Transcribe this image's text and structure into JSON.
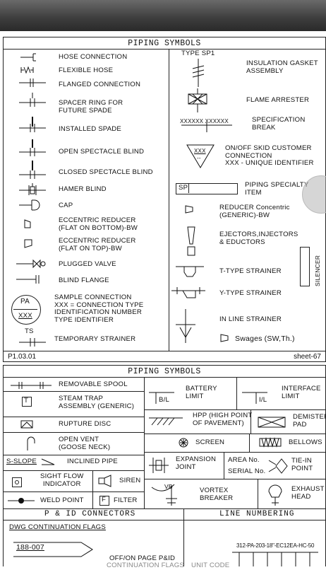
{
  "sheet1": {
    "title": "PIPING SYMBOLS",
    "left": [
      "HOSE CONNECTION",
      "FLEXIBLE HOSE",
      "FLANGED CONNECTION",
      "SPACER RING FOR\nFUTURE SPADE",
      "INSTALLED SPADE",
      "OPEN SPECTACLE BLIND",
      "CLOSED SPECTACLE BLIND",
      "HAMER BLIND",
      "CAP",
      "ECCENTRIC REDUCER\n(FLAT ON BOTTOM)-BW",
      "ECCENTRIC REDUCER\n(FLAT ON TOP)-BW",
      "PLUGGED VALVE",
      "BLIND FLANGE",
      "SAMPLE CONNECTION\nXXX = CONNECTION TYPE\nIDENTIFICATION NUMBER\nTYPE IDENTIFIER",
      "TEMPORARY STRAINER"
    ],
    "pa_label": "PA",
    "xxx_label": "XXX",
    "ts_label": "TS",
    "type_sp1": "TYPE SP1",
    "right": [
      "INSULATION GASKET\nASSEMBLY",
      "FLAME ARRESTER",
      "SPECIFICATION\nBREAK",
      "ON/OFF SKID CUSTOMER\nCONNECTION\nXXX - UNIQUE IDENTIFIER",
      "PIPING SPECIALTY\nITEM",
      "REDUCER Concentric\n(GENERIC)-BW",
      "EJECTORS,INJECTORS\n& EDUCTORS",
      "T-TYPE STRAINER",
      "Y-TYPE STRAINER",
      "IN LINE STRAINER",
      "Swages (SW,Th.)"
    ],
    "spec_break_xs": "XXXXXX XXXXXX",
    "skid_xxx": "XXX",
    "skid_dashes": "--",
    "sp_label": "SP",
    "silencer": "SILENCER",
    "footer_left": "P1.03.01",
    "footer_right": "sheet-67"
  },
  "sheet2": {
    "title": "PIPING SYMBOLS",
    "items": {
      "removable_spool": "REMOVABLE SPOOL",
      "steam_trap": "STEAM TRAP\nASSEMBLY (GENERIC)",
      "steam_trap_letter": "T",
      "rupture_disc": "RUPTURE DISC",
      "open_vent": "OPEN VENT\n(GOOSE NECK)",
      "s_slope": "S-SLOPE",
      "inclined_pipe": "INCLINED PIPE",
      "sight_flow": "SIGHT FLOW\nINDICATOR",
      "siren": "SIREN",
      "weld_point": "WELD POINT",
      "filter": "FILTER",
      "filter_letter": "F",
      "battery_limit": "BATTERY\nLIMIT",
      "bl": "B/L",
      "interface_limit": "INTERFACE\nLIMIT",
      "il": "I/L",
      "hpp": "HPP (HIGH POINT\nOF PAVEMENT)",
      "demister": "DEMISTER\nPAD",
      "screen": "SCREEN",
      "bellows": "BELLOWS",
      "expansion_joint": "EXPANSION\nJOINT",
      "tie_in": "AREA No.\nSERIAL No.",
      "tie_in_point": "TIE-IN\nPOINT",
      "vortex_breaker": "VORTEX\nBREAKER",
      "vb": "VB",
      "exhaust_head": "EXHAUST\nHEAD"
    },
    "pid_connectors": "P & ID CONNECTORS",
    "line_numbering": "LINE NUMBERING",
    "dwg_flags": "DWG CONTINUATION FLAGS",
    "flag_number": "188-007",
    "offon": "OFF/ON PAGE P&ID",
    "cont_flags": "CONTINUATION FLAGS",
    "unit_code": "UNIT CODE",
    "line_code": "312-PA-203-18\"-EC12EA-HC-50"
  }
}
